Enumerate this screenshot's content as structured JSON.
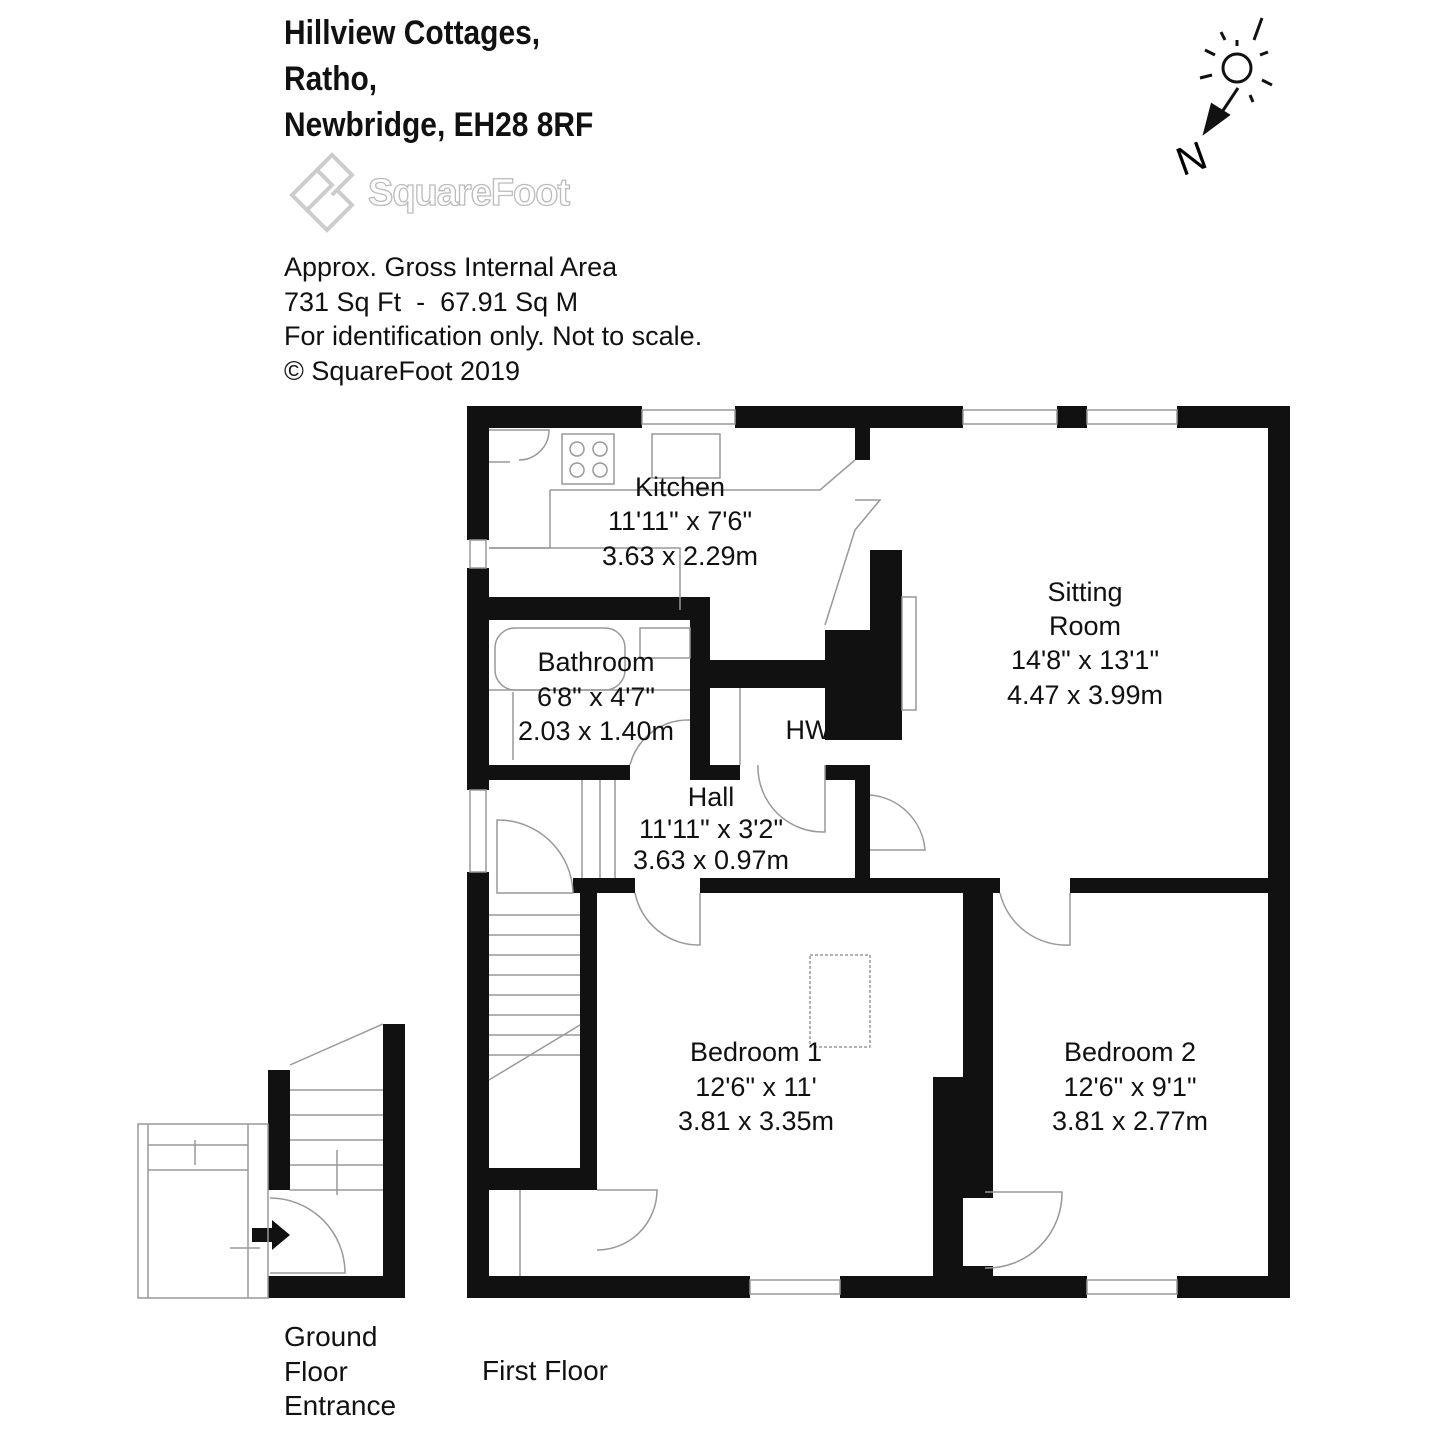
{
  "address": {
    "line1": "Hillview Cottages,",
    "line2": "Ratho,",
    "line3": "Newbridge, EH28 8RF"
  },
  "brand": {
    "logo_text": "SquareFoot"
  },
  "info": {
    "line1": "Approx. Gross Internal Area",
    "line2": "731 Sq Ft  -  67.91 Sq M",
    "line3": "For identification only. Not to scale.",
    "line4": "© SquareFoot 2019"
  },
  "compass": {
    "label": "N",
    "icon": "sun-compass-icon"
  },
  "rooms": {
    "kitchen": {
      "name": "Kitchen",
      "imperial": "11'11\" x 7'6\"",
      "metric": "3.63 x 2.29m"
    },
    "sitting": {
      "name1": "Sitting",
      "name2": "Room",
      "imperial": "14'8\" x 13'1\"",
      "metric": "4.47 x 3.99m"
    },
    "bathroom": {
      "name": "Bathroom",
      "imperial": "6'8\" x 4'7\"",
      "metric": "2.03 x 1.40m"
    },
    "hw": {
      "name": "HW"
    },
    "hall": {
      "name": "Hall",
      "imperial": "11'11\" x 3'2\"",
      "metric": "3.63 x 0.97m"
    },
    "bedroom1": {
      "name": "Bedroom 1",
      "imperial": "12'6\" x 11'",
      "metric": "3.81 x 3.35m"
    },
    "bedroom2": {
      "name": "Bedroom 2",
      "imperial": "12'6\" x 9'1\"",
      "metric": "3.81 x 2.77m"
    }
  },
  "floors": {
    "ground": {
      "line1": "Ground",
      "line2": "Floor",
      "line3": "Entrance"
    },
    "first": {
      "label": "First Floor"
    }
  }
}
